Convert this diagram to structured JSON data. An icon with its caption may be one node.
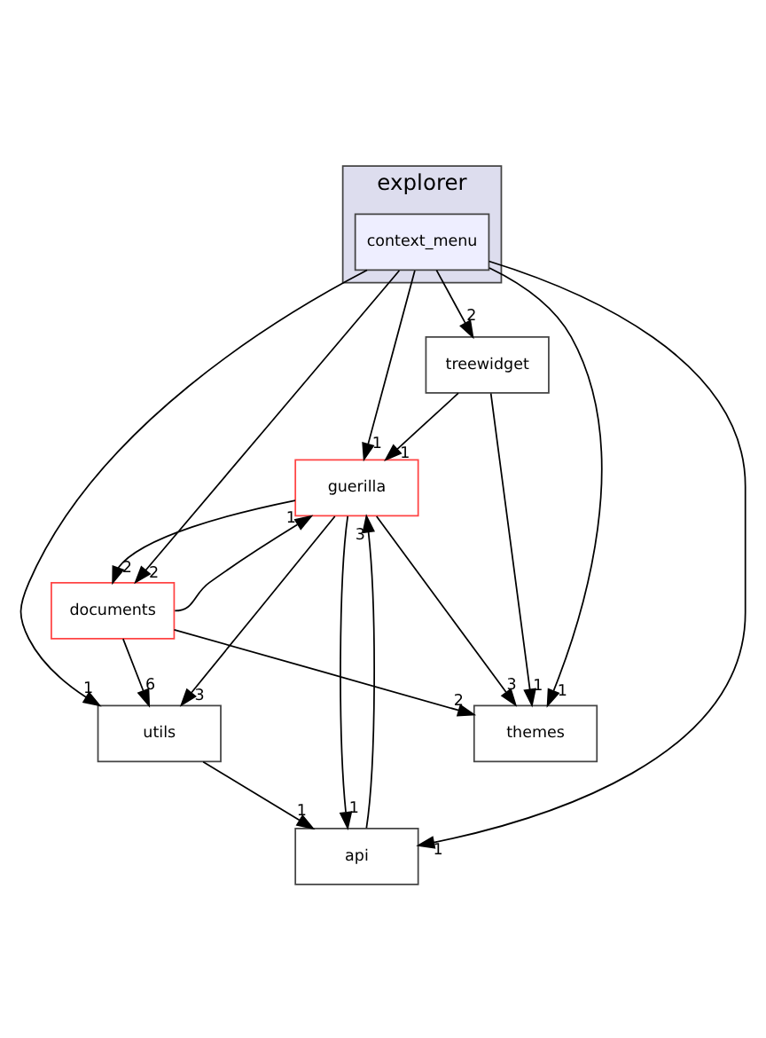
{
  "diagram": {
    "nodes": [
      {
        "text": [
          "explorer"
        ]
      },
      {
        "text": [
          "context_menu"
        ],
        "in": 0
      },
      {
        "text": [
          "treewidget"
        ]
      },
      {
        "text": [
          "guerilla"
        ]
      },
      {
        "text": [
          "documents"
        ]
      },
      {
        "text": [
          "utils"
        ]
      },
      {
        "text": [
          "themes"
        ]
      },
      {
        "text": [
          "api"
        ]
      }
    ],
    "edges": [
      {
        "from": 1,
        "to": 5,
        "arrow": "to",
        "label": "1"
      },
      {
        "from": 1,
        "to": 4,
        "arrow": "to",
        "label": "2"
      },
      {
        "from": 1,
        "to": 3,
        "arrow": "to",
        "label": "1"
      },
      {
        "from": 1,
        "to": 2,
        "arrow": "to",
        "label": "2"
      },
      {
        "from": 1,
        "to": 6,
        "arrow": "to",
        "label": "1"
      },
      {
        "from": 1,
        "to": 7,
        "arrow": "to",
        "label": "1"
      },
      {
        "from": 2,
        "to": 3,
        "arrow": "to",
        "label": "1"
      },
      {
        "from": 2,
        "to": 6,
        "arrow": "to",
        "label": "1"
      },
      {
        "from": 3,
        "to": 4,
        "arrow": "to",
        "label": "2"
      },
      {
        "from": 4,
        "to": 3,
        "arrow": "to",
        "label": "1"
      },
      {
        "from": 3,
        "to": 5,
        "arrow": "to",
        "label": "3"
      },
      {
        "from": 3,
        "to": 6,
        "arrow": "to",
        "label": "3"
      },
      {
        "from": 3,
        "to": 7,
        "arrow": "to",
        "label": "1"
      },
      {
        "from": 7,
        "to": 3,
        "arrow": "to",
        "label": "3"
      },
      {
        "from": 4,
        "to": 5,
        "arrow": "to",
        "label": "6"
      },
      {
        "from": 4,
        "to": 6,
        "arrow": "to",
        "label": "2"
      },
      {
        "from": 5,
        "to": 7,
        "arrow": "to",
        "label": "1"
      }
    ]
  }
}
